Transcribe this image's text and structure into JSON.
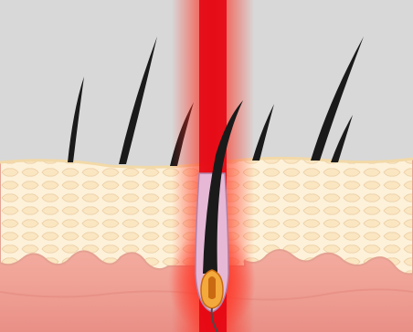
{
  "colors": {
    "air": "#d8d8d8",
    "epidermis": "#fdf1d9",
    "epidermis_cell_line": "#e9c9a0",
    "dermis": "#f2aaa0",
    "dermis_deep": "#e98f86",
    "dermis_edge": "#d97a74",
    "hair": "#1a1a1a",
    "laser_core": "#e3000f",
    "laser_glow": "#ff2a1a",
    "follicle_sheath": "#e6b8d6",
    "bulb": "#f3a93b",
    "bulb_core": "#c96a12",
    "nerve": "#4a4a4a"
  },
  "icons": {
    "laser": "laser-beam",
    "follicle": "hair-follicle",
    "hairs": "hair-strands"
  }
}
